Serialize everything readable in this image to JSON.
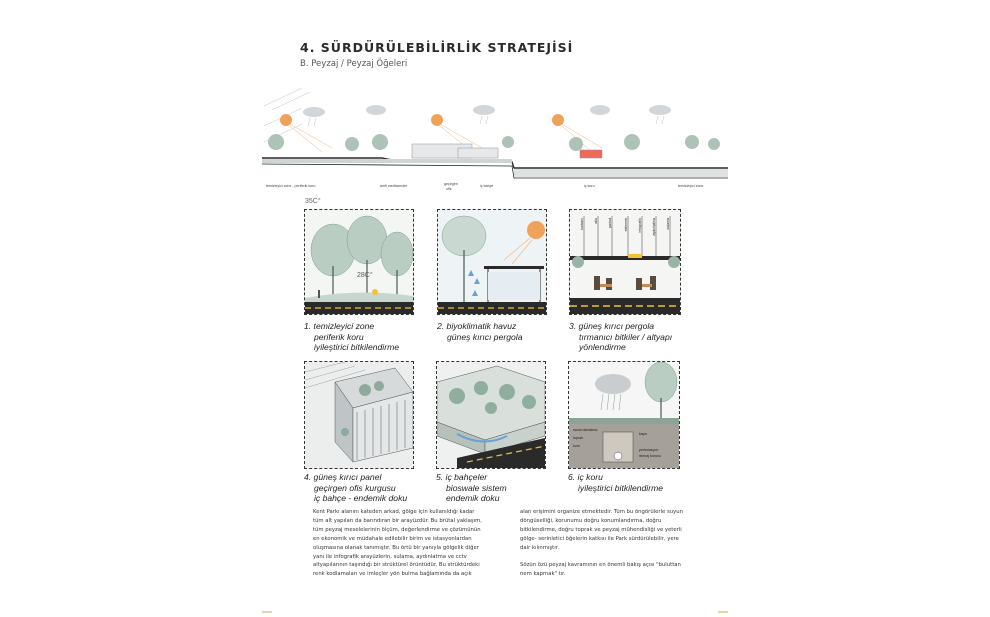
{
  "heading": {
    "title": "4. SÜRDÜRÜLEBİLİRLİK STRATEJİSİ",
    "subtitle": "B. Peyzaj / Peyzaj Öğeleri"
  },
  "section_labels": {
    "l1": "temizleyici zone - periferik koru",
    "l2": "amfi mediwender",
    "l3a": "geçirgen",
    "l3b": "ofis",
    "l4": "iç bahçe",
    "l5": "iç koru",
    "l6": "temizleyici zone"
  },
  "temps": {
    "outside": "35C°",
    "inside": "28C°"
  },
  "panel3_labels": [
    "kurbanı",
    "otlu",
    "parkot",
    "eklemek",
    "infografik",
    "aydınlatma",
    "sulama"
  ],
  "panel6_labels": {
    "a": "sanal damlama",
    "b": "toprak",
    "c": "kum",
    "d": "kaya",
    "e": "perkolasyon",
    "f": "drenaj borusu"
  },
  "captions": [
    {
      "lines": [
        "1. temizleyici zone",
        "periferik koru",
        "iyileştirici bitkilendirme"
      ]
    },
    {
      "lines": [
        "2. biyoklimatik havuz",
        "güneş kırıcı pergola"
      ]
    },
    {
      "lines": [
        "3. güneş kırıcı pergola",
        "tırmanıcı bitkiler / altyapı",
        "yönlendirme"
      ]
    },
    {
      "lines": [
        "4. güneş kırıcı panel",
        "geçirgen ofis kurgusu",
        "iç bahçe - endemik doku"
      ]
    },
    {
      "lines": [
        "5. iç bahçeler",
        "bioswale sistem",
        "endemik doku"
      ]
    },
    {
      "lines": [
        "6. iç koru",
        "iyileştirici bitkilendirme"
      ]
    }
  ],
  "body": {
    "left": [
      "Kent Parkı alanını kateden arkad, gölge için kullanıldığı kadar",
      "tüm alt yapıları da barındıran bir arayüzdür. Bu brütal yaklaşım,",
      "tüm peyzaj meselelerinin ölçüm, değerlendirme ve çözümünün",
      "en ekonomik ve müdahale edilebilir birim ve istasyonlardan",
      "oluşmasına olanak tanımıştır. Bu örtü bir yanıyla gölgelik diğer",
      "yanı ile infografik arayüzlerin, sulama, aydınlatma ve cctv",
      "altyapılarının taşındığı bir strüktürel örüntüdür. Bu strüktürdeki",
      "renk kodlamaları ve imleçler yön bulma bağlamında da açık"
    ],
    "right": [
      "alan erişimini organize etmektedir. Tüm bu öngörülerle suyun",
      "döngüselliği, korunumu doğru konumlandırma, doğru",
      "bitkilendirme, doğru toprak ve peyzaj mühendisliği ve yeterli",
      "gölge- serinletici öğelerin katkısı ile Park sürdürülebilir, yere",
      "dair kılınmıştır.",
      "",
      "Sözün özü peyzaj kavramının en önemli bakış açısı \"buluttan",
      "nem kapmak\" tır."
    ]
  },
  "colors": {
    "text": "#2b2b2b",
    "sky": "#dfe9ee",
    "tree": "#6f8f80",
    "sun": "#f0a25a",
    "road": "#2a2a2a",
    "road_line": "#f2c230",
    "accent_yellow": "#e8d7a6"
  }
}
